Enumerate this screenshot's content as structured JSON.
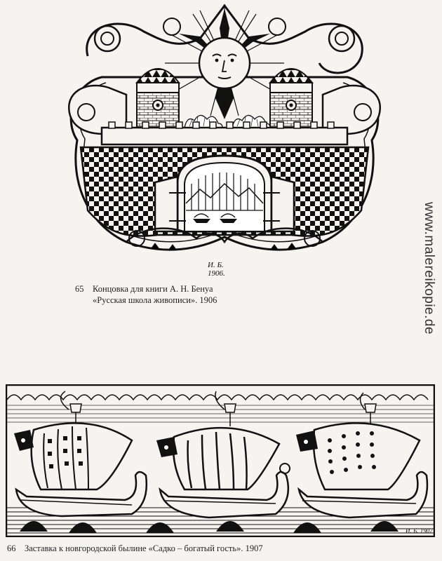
{
  "figure65": {
    "number": "65",
    "caption_line1": "Концовка для книги А. Н. Бенуа",
    "caption_line2": "«Русская школа живописи». 1906",
    "signature_initials": "И. Б.",
    "signature_year": "1906."
  },
  "figure66": {
    "number": "66",
    "caption": "Заставка к новгородской былине «Садко – богатый гость». 1907",
    "signature": "И. Б. 1907"
  },
  "watermark": "www.malereikopie.de"
}
